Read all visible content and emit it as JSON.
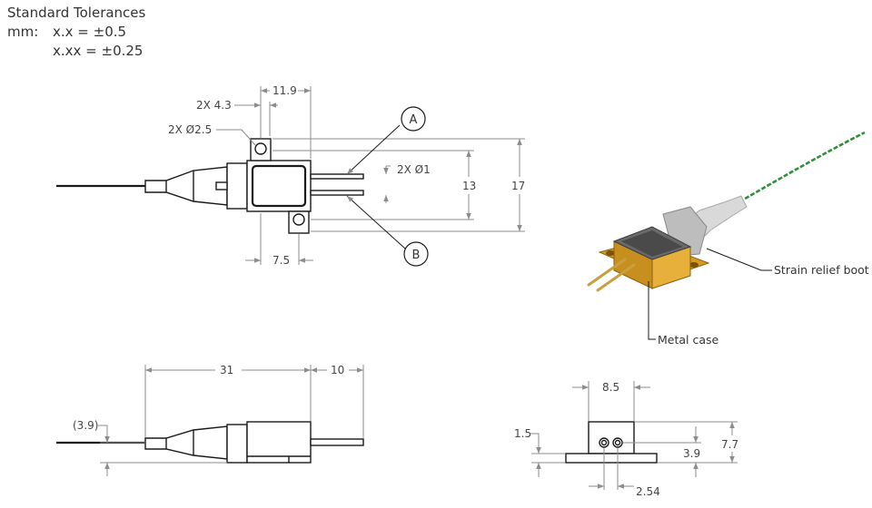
{
  "tolerances": {
    "title": "Standard Tolerances",
    "unit_label": "mm:",
    "rules": [
      "x.x = ±0.5",
      "x.xx = ±0.25"
    ]
  },
  "top_view": {
    "dim_hole_spacing": "2X 4.3",
    "dim_width": "11.9",
    "dim_hole_dia": "2X Ø2.5",
    "dim_pin_dia": "2X Ø1",
    "dim_inner_height": "13",
    "dim_outer_height": "17",
    "dim_bottom": "7.5",
    "callout_a": "A",
    "callout_b": "B"
  },
  "side_view": {
    "dim_length": "31",
    "dim_pin_length": "10",
    "dim_offset": "(3.9)"
  },
  "end_view": {
    "dim_width": "8.5",
    "dim_flange": "1.5",
    "dim_center": "3.9",
    "dim_height": "7.7",
    "dim_pitch": "2.54"
  },
  "photo_labels": {
    "boot": "Strain relief boot",
    "case": "Metal case"
  },
  "colors": {
    "line": "#1a1a1a",
    "dimension": "#8c8c8c",
    "case_gold": "#e0a82a",
    "case_lid": "#5c5c5c",
    "boot": "#d9d9d9",
    "fiber": "#2f8f3a"
  }
}
